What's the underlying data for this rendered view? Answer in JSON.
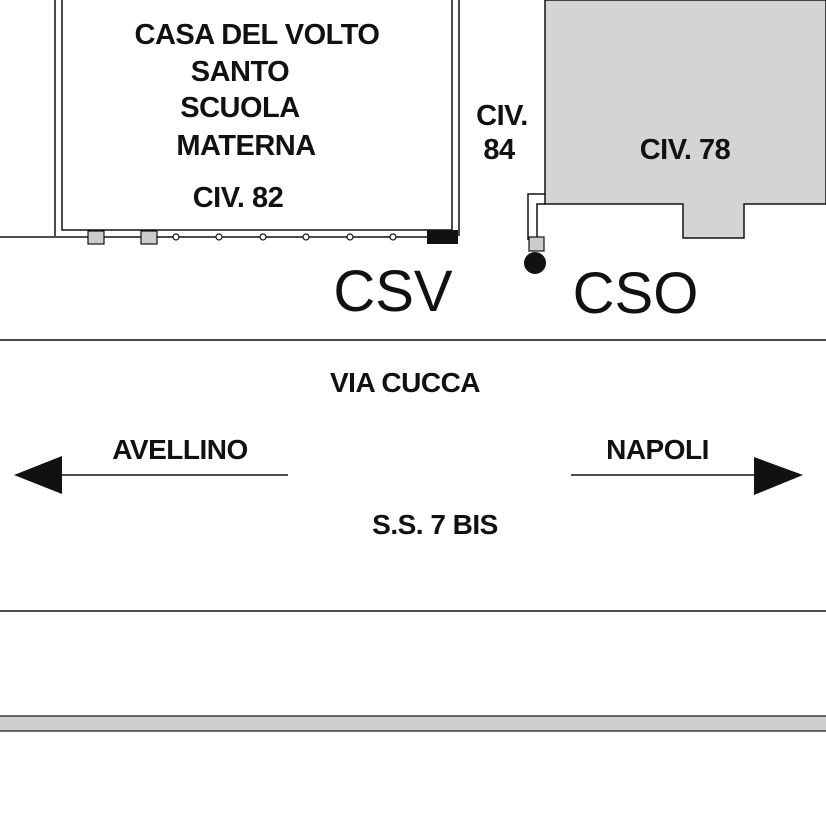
{
  "buildings": {
    "casa_volto_santo": {
      "line1": "CASA DEL VOLTO",
      "line2": "SANTO",
      "line3": "SCUOLA",
      "line4": "MATERNA",
      "civ": "CIV. 82"
    },
    "civ84": {
      "line1": "CIV.",
      "line2": "84"
    },
    "civ78": {
      "label": "CIV. 78"
    }
  },
  "markers": {
    "csv": "CSV",
    "cso": "CSO"
  },
  "road": {
    "name": "VIA CUCCA",
    "code": "S.S. 7 BIS",
    "direction_left": "AVELLINO",
    "direction_right": "NAPOLI"
  },
  "colors": {
    "ink": "#111111",
    "building_fill": "#d4d4d4",
    "fence_post": "#cccccc",
    "strip_fill": "#cfcfcf"
  }
}
